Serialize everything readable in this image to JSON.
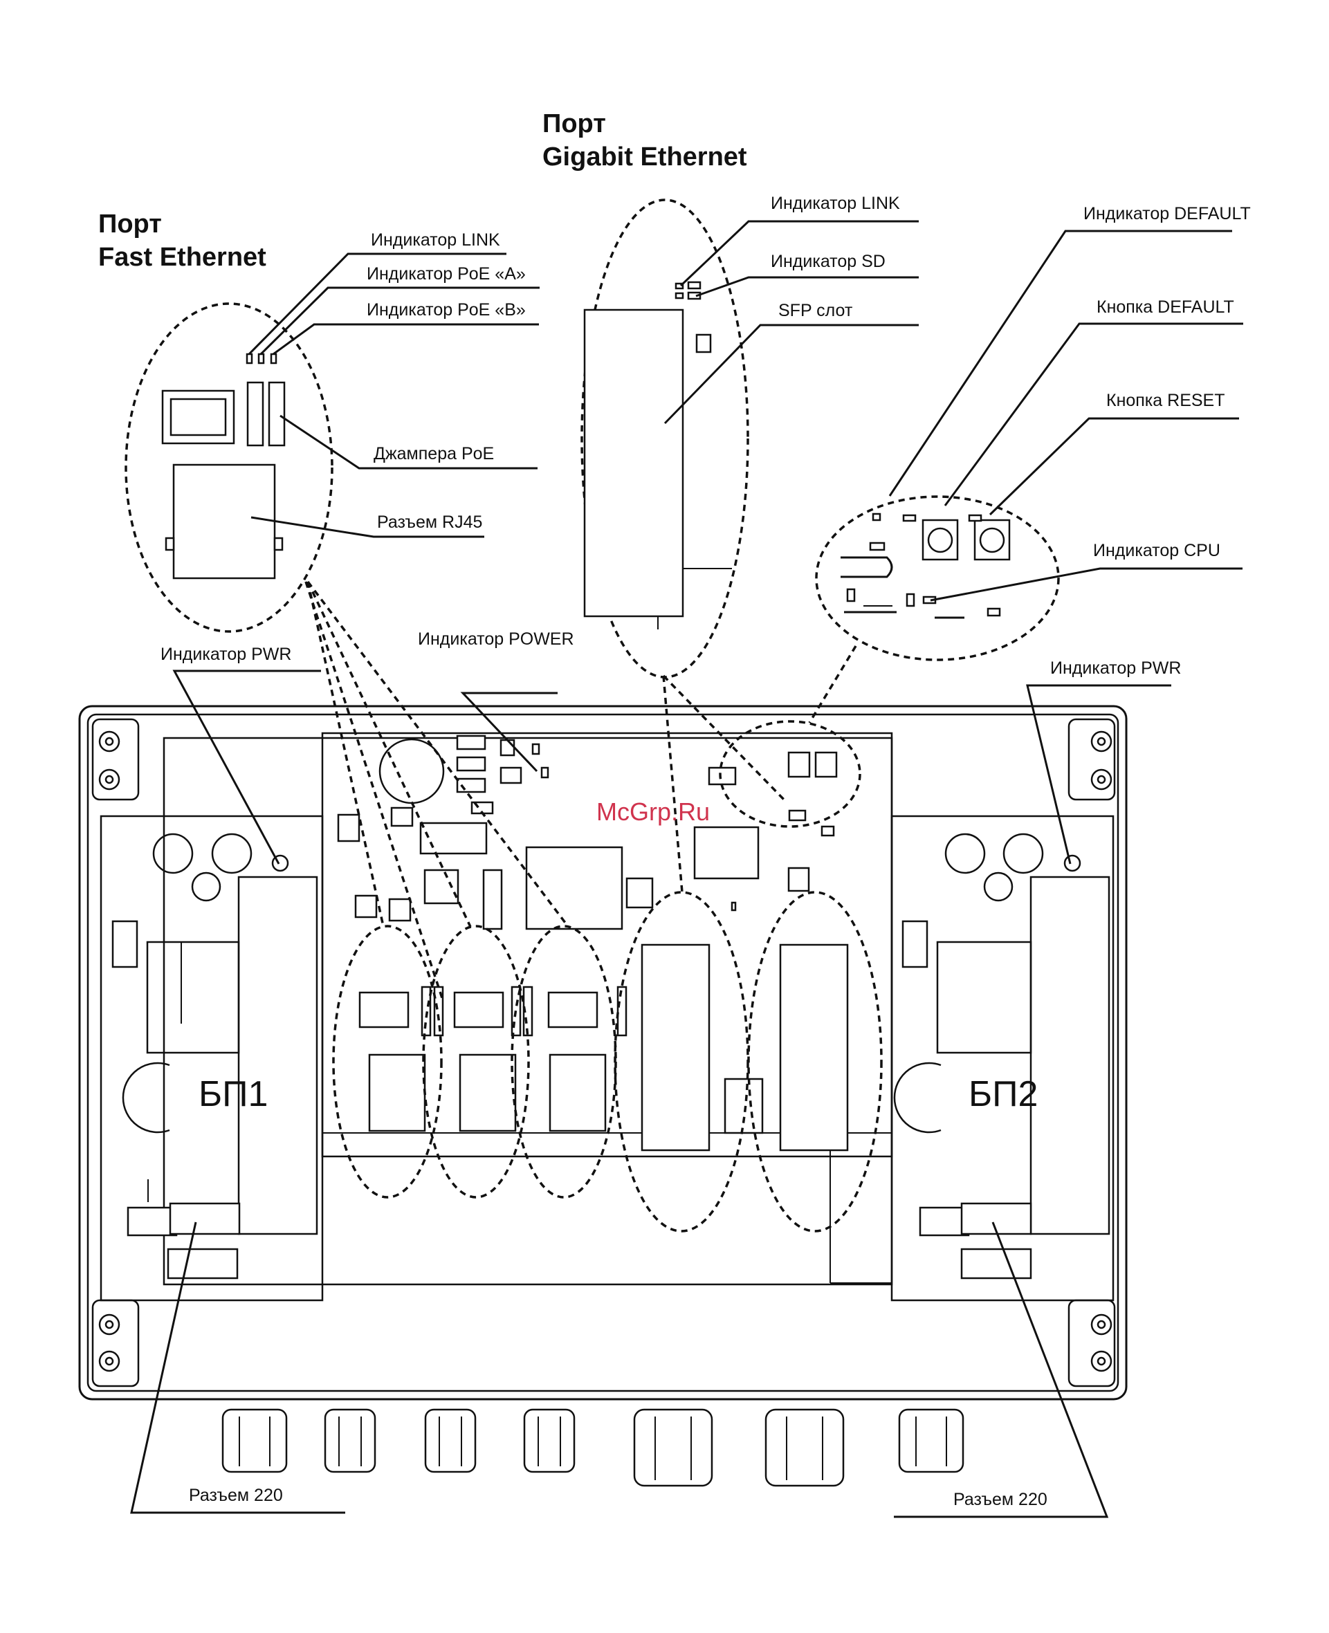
{
  "headings": {
    "fast_ethernet_line1": "Порт",
    "fast_ethernet_line2": "Fast Ethernet",
    "gigabit_line1": "Порт",
    "gigabit_line2": "Gigabit Ethernet"
  },
  "labels": {
    "fe_link": "Индикатор  LINK",
    "poe_a": "Индикатор PoE «A»",
    "poe_b": "Индикатор PoE «B»",
    "poe_jumpers": "Джампера PoE",
    "rj45": "Разъем RJ45",
    "gbe_link": "Индикатор LINK",
    "gbe_sd": "Индикатор SD",
    "sfp_slot": "SFP слот",
    "default_led": "Индикатор DEFAULT",
    "default_button": "Кнопка DEFAULT",
    "reset_button": "Кнопка RESET",
    "cpu_led": "Индикатор CPU",
    "power_led": "Индикатор POWER",
    "pwr_left": "Индикатор PWR",
    "pwr_right": "Индикатор PWR",
    "psu1": "БП1",
    "psu2": "БП2",
    "conn220_left": "Разъем 220",
    "conn220_right": "Разъем 220"
  },
  "watermark": "McGrp.Ru"
}
